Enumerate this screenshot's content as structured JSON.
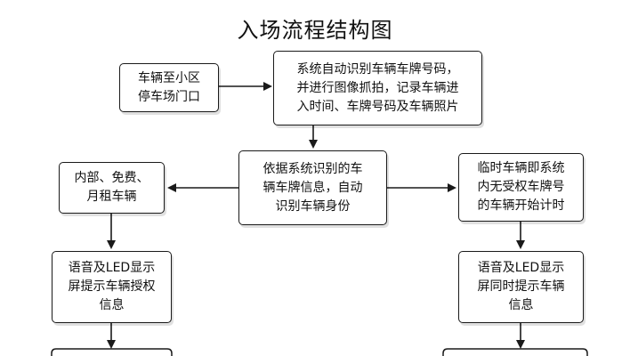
{
  "title": "入场流程结构图",
  "nodes": {
    "arrive": [
      "车辆至小区",
      "停车场门口"
    ],
    "capture": [
      "系统自动识别车辆车牌号码，",
      "并进行图像抓拍，记录车辆进",
      "入时间、车牌号码及车辆照片"
    ],
    "identify": [
      "依据系统识别的车",
      "辆车牌信息，自动",
      "识别车辆身份"
    ],
    "internal": [
      "内部、免费、",
      "月租车辆"
    ],
    "temporary": [
      "临时车辆即系统",
      "内无受权车牌号",
      "的车辆开始计时"
    ],
    "led_auth": [
      "语音及LED显示",
      "屏提示车辆授权",
      "信息"
    ],
    "led_temp": [
      "语音及LED显示",
      "屏同时提示车辆",
      "信息"
    ]
  },
  "colors": {
    "line": "#1a1a1a",
    "box_border": "#1a1a1a"
  }
}
